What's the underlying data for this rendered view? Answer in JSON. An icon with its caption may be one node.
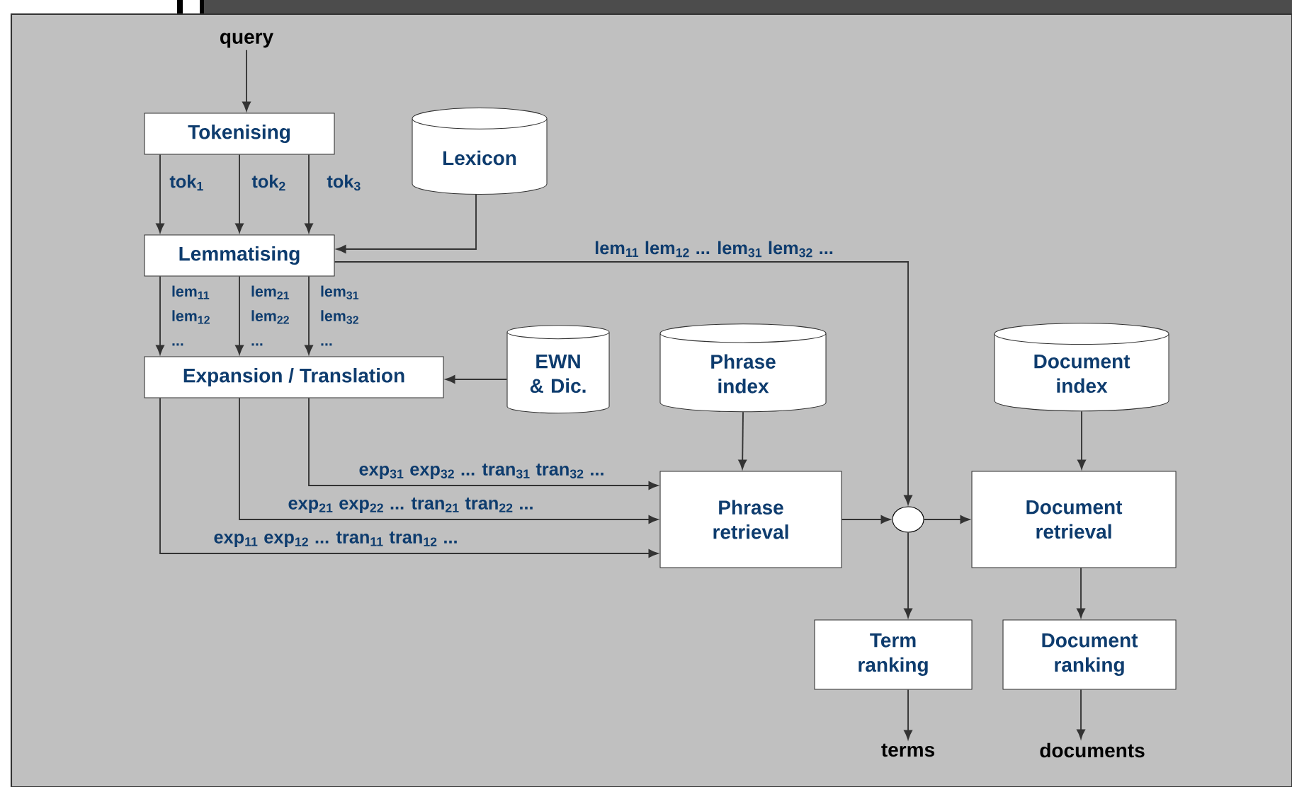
{
  "diagram": {
    "nodes": [
      {
        "text": [
          "query"
        ]
      },
      {
        "text": [
          "Tokenising"
        ]
      },
      {
        "text": [
          "Lexicon"
        ]
      },
      {
        "text": [
          "Lemmatising"
        ]
      },
      {
        "text": [
          "Expansion / Translation"
        ]
      },
      {
        "text": [
          "EWN & Dic."
        ]
      },
      {
        "text": [
          "Phrase index"
        ]
      },
      {
        "text": [
          "Document index"
        ]
      },
      {
        "text": [
          "Phrase retrieval"
        ]
      },
      {
        "text": [],
        "shape": "circle"
      },
      {
        "text": [
          "Document retrieval"
        ]
      },
      {
        "text": [
          "Term ranking"
        ]
      },
      {
        "text": [
          "Document ranking"
        ]
      },
      {
        "text": [
          "terms"
        ]
      },
      {
        "text": [
          "documents"
        ]
      }
    ],
    "edges": [
      {
        "from": 0,
        "to": 1,
        "arrow": "to"
      },
      {
        "from": 1,
        "to": 3,
        "arrow": "to",
        "label": "tok$_{1}$"
      },
      {
        "from": 1,
        "to": 3,
        "arrow": "to",
        "label": "tok$_{2}$"
      },
      {
        "from": 1,
        "to": 3,
        "arrow": "to",
        "label": "tok$_{3}$"
      },
      {
        "from": 2,
        "to": 3,
        "arrow": "to"
      },
      {
        "from": 3,
        "to": 9,
        "arrow": "to",
        "label": "lem$_{11}$ lem$_{12}$ ... lem$_{31}$ lem$_{32}$ ..."
      },
      {
        "from": 3,
        "to": 4,
        "arrow": "to",
        "label": "lem$_{11}$ lem$_{12}$ ..."
      },
      {
        "from": 3,
        "to": 4,
        "arrow": "to",
        "label": "lem$_{21}$ lem$_{22}$ ..."
      },
      {
        "from": 3,
        "to": 4,
        "arrow": "to",
        "label": "lem$_{31}$ lem$_{32}$ ..."
      },
      {
        "from": 5,
        "to": 4,
        "arrow": "to"
      },
      {
        "from": 4,
        "to": 8,
        "arrow": "to",
        "label": "exp$_{31}$ exp$_{32}$ ... tran$_{31}$ tran$_{32}$ ..."
      },
      {
        "from": 4,
        "to": 8,
        "arrow": "to",
        "label": "exp$_{21}$ exp$_{22}$ ... tran$_{21}$ tran$_{22}$ ..."
      },
      {
        "from": 4,
        "to": 8,
        "arrow": "to",
        "label": "exp$_{11}$ exp$_{12}$ ... tran$_{11}$ tran$_{12}$ ..."
      },
      {
        "from": 6,
        "to": 8,
        "arrow": "to"
      },
      {
        "from": 8,
        "to": 9,
        "arrow": "to"
      },
      {
        "from": 9,
        "to": 10,
        "arrow": "to"
      },
      {
        "from": 7,
        "to": 10,
        "arrow": "to"
      },
      {
        "from": 9,
        "to": 11,
        "arrow": "to"
      },
      {
        "from": 10,
        "to": 12,
        "arrow": "to"
      },
      {
        "from": 11,
        "to": 13,
        "arrow": "to"
      },
      {
        "from": 12,
        "to": 14,
        "arrow": "to"
      }
    ]
  }
}
